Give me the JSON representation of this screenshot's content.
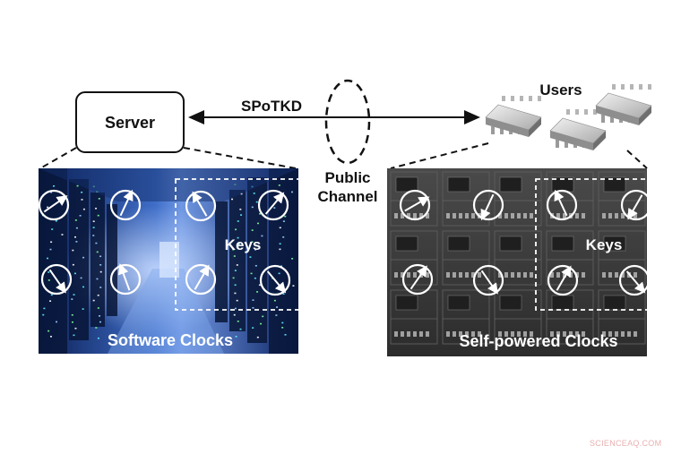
{
  "server": {
    "label": "Server"
  },
  "protocol": {
    "label": "SPoTKD"
  },
  "channel": {
    "line1": "Public",
    "line2": "Channel"
  },
  "users": {
    "label": "Users"
  },
  "left_panel": {
    "caption": "Software Clocks",
    "keys_label": "Keys"
  },
  "right_panel": {
    "caption": "Self-powered Clocks",
    "keys_label": "Keys"
  },
  "watermark": "SCIENCEAQ.COM",
  "colors": {
    "server_room": "#1b3f86",
    "circuit_board": "#3a3a3a",
    "chip": "#c8c8c8",
    "text": "#111111"
  },
  "icons": [
    "clock-dial-icon",
    "chip-icon",
    "server-box",
    "channel-ellipse"
  ]
}
